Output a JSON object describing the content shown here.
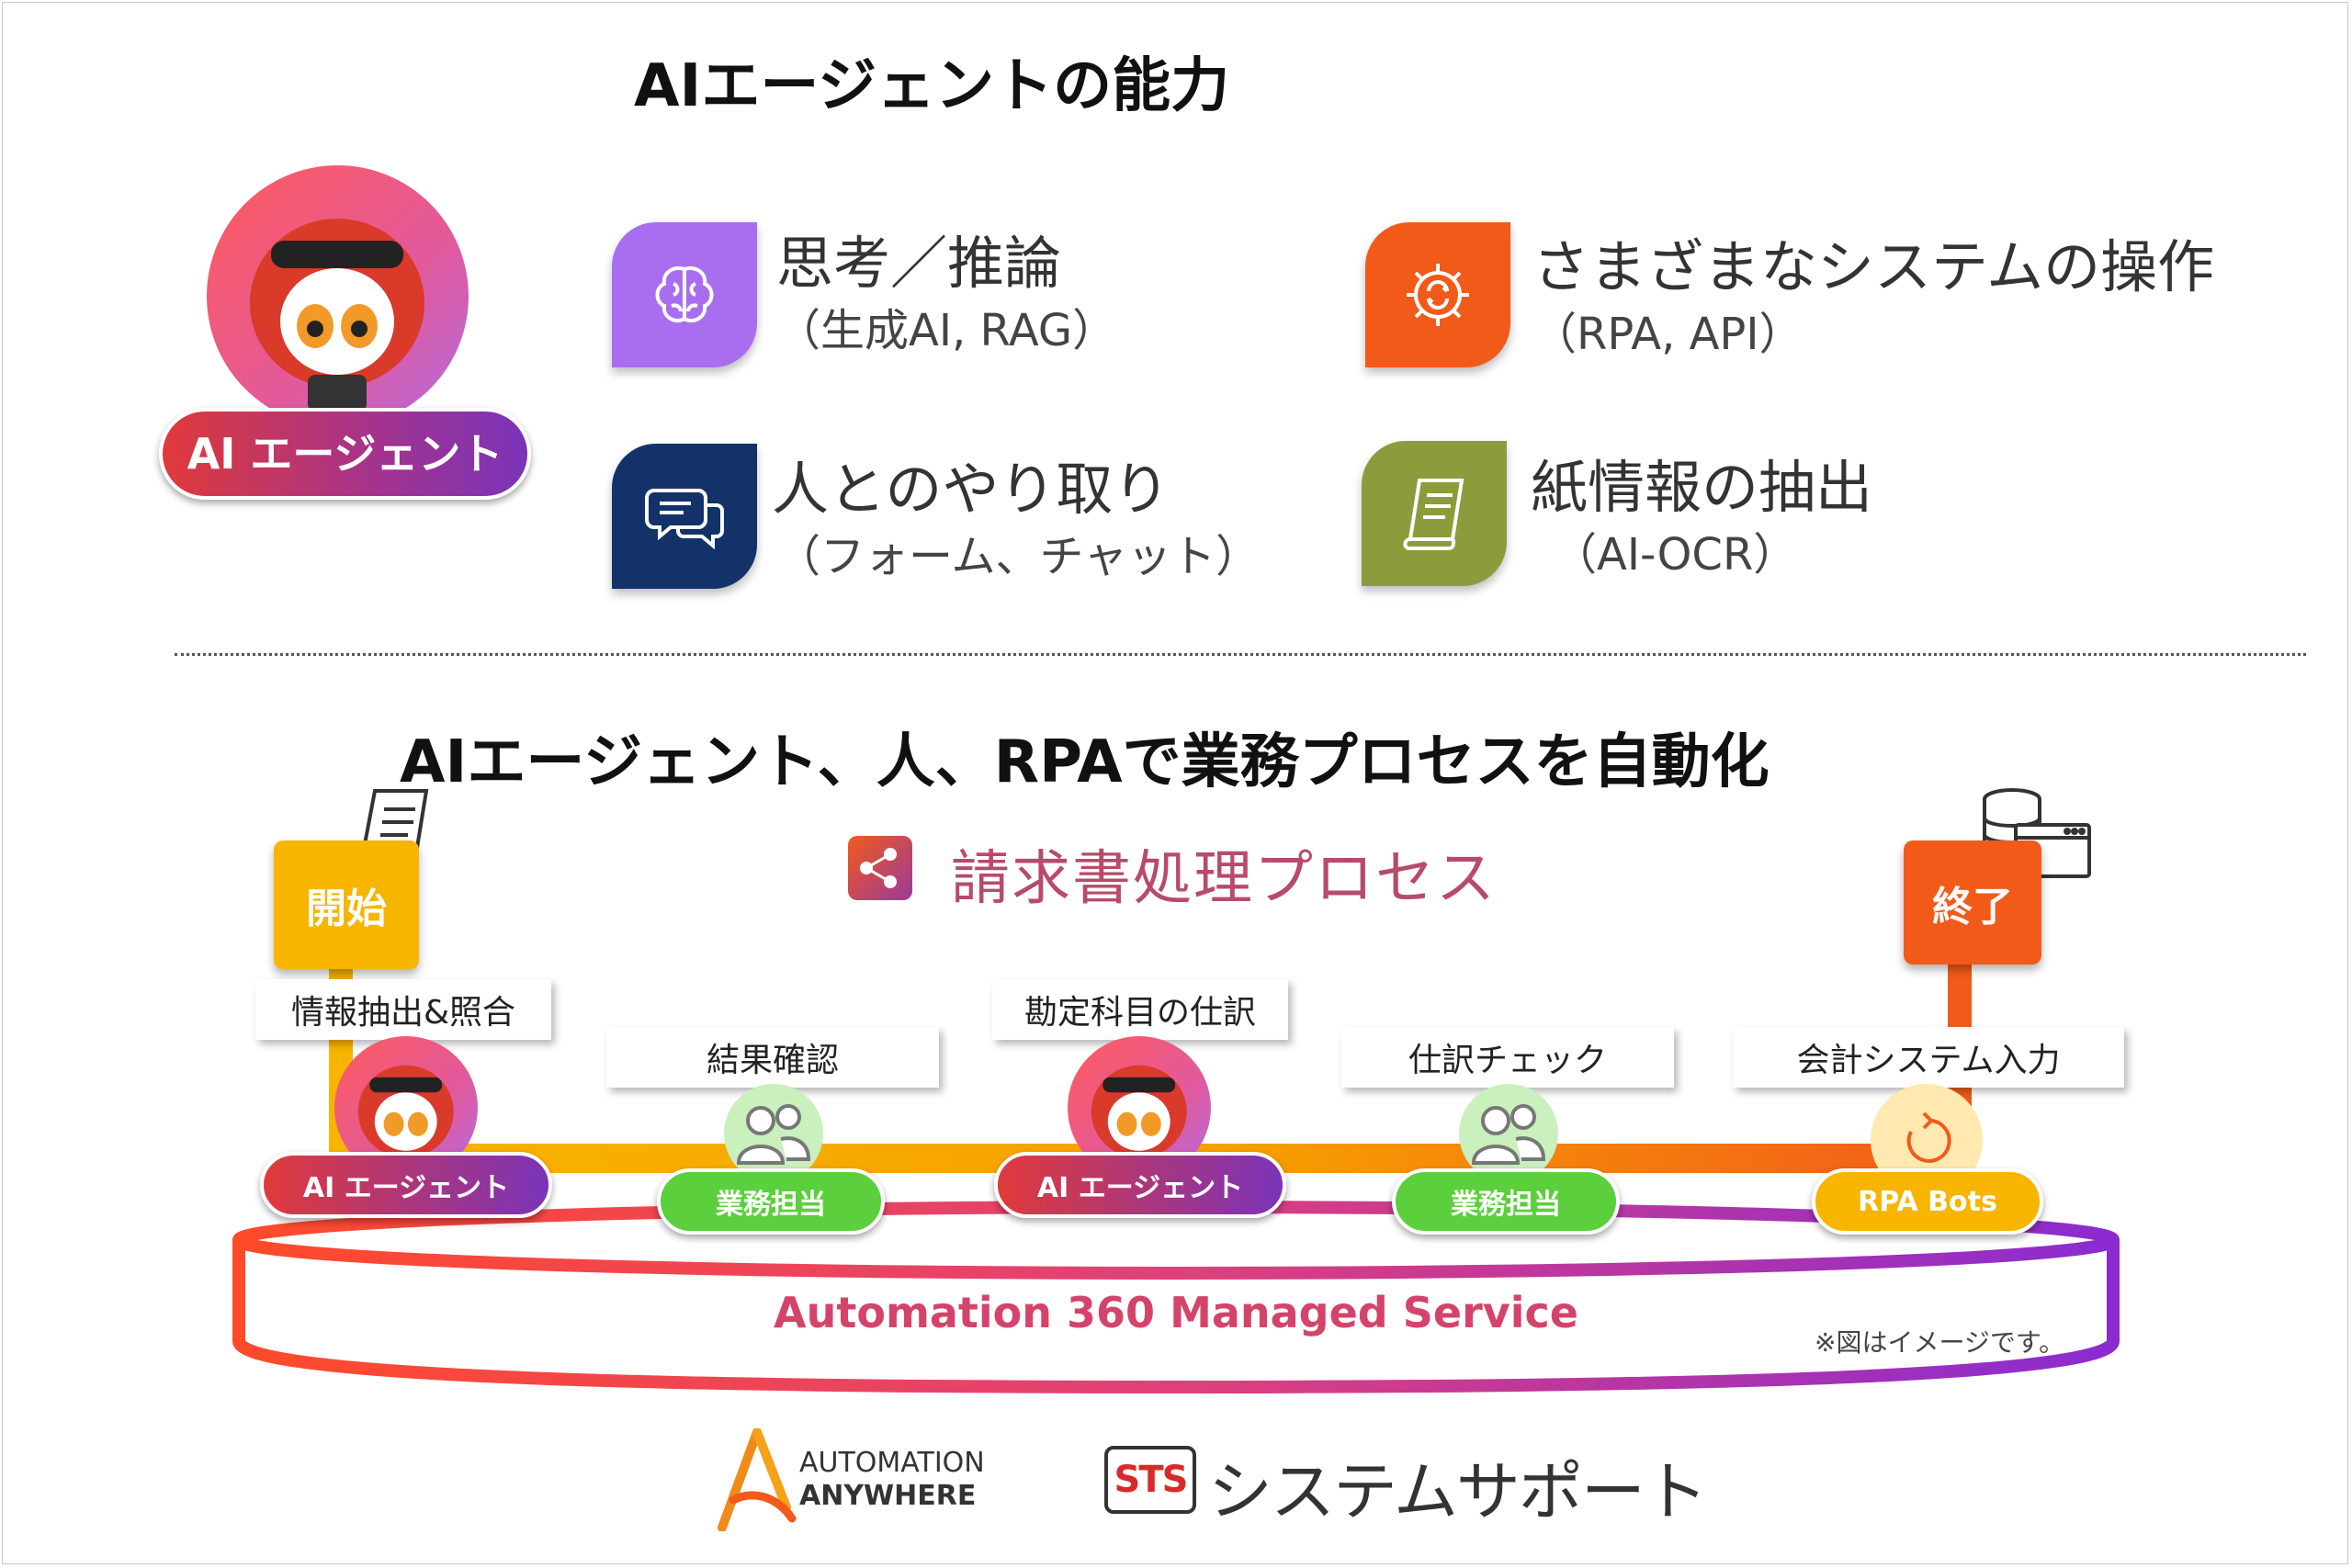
{
  "section1": {
    "title": "AIエージェントの能力"
  },
  "agent_badge": "AI エージェント",
  "capabilities": [
    {
      "title": "思考／推論",
      "sub": "（生成AI, RAG）",
      "icon": "brain-icon",
      "color": "#a96ef0"
    },
    {
      "title": "さまざまなシステムの操作",
      "sub": "（RPA, API）",
      "icon": "gear-cycle-icon",
      "color": "#f25a1a"
    },
    {
      "title": "人とのやり取り",
      "sub": "（フォーム、チャット）",
      "icon": "chat-icon",
      "color": "#14326a"
    },
    {
      "title": "紙情報の抽出",
      "sub": "（AI-OCR）",
      "icon": "document-icon",
      "color": "#8c9c3c"
    }
  ],
  "section2": {
    "title": "AIエージェント、人、RPAで業務プロセスを自動化"
  },
  "process": {
    "title": "請求書処理プロセス",
    "start": "開始",
    "end": "終了",
    "steps": [
      {
        "label": "情報抽出&照合",
        "actor": "AI エージェント",
        "actor_type": "agent"
      },
      {
        "label": "結果確認",
        "actor": "業務担当",
        "actor_type": "human"
      },
      {
        "label": "勘定科目の仕訳",
        "actor": "AI エージェント",
        "actor_type": "agent"
      },
      {
        "label": "仕訳チェック",
        "actor": "業務担当",
        "actor_type": "human"
      },
      {
        "label": "会計システム入力",
        "actor": "RPA Bots",
        "actor_type": "rpa"
      }
    ]
  },
  "platform": "Automation 360 Managed Service",
  "note": "※図はイメージです。",
  "logos": {
    "automation_anywhere": {
      "line1": "AUTOMATION",
      "line2": "ANYWHERE"
    },
    "system_support": {
      "mark": "STS",
      "name": "システムサポート"
    }
  },
  "colors": {
    "agent_gradient_start": "#e03a3a",
    "agent_gradient_end": "#7a33b8",
    "human": "#5ccf3c",
    "rpa": "#f7b500",
    "start": "#f7b500",
    "end": "#f25a1a"
  }
}
